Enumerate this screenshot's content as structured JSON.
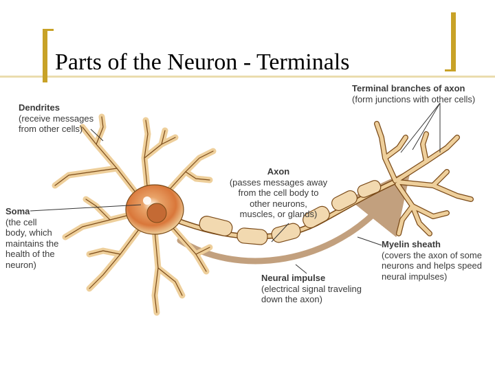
{
  "slide": {
    "title": "Parts of the Neuron - Terminals",
    "accent_color": "#c8a227"
  },
  "labels": {
    "terminal_branches": {
      "name": "Terminal branches of axon",
      "desc": "(form junctions with other cells)"
    },
    "dendrites": {
      "name": "Dendrites",
      "desc": "(receive messages\nfrom other cells)"
    },
    "axon": {
      "name": "Axon",
      "desc": "(passes messages away\nfrom the cell body to\nother neurons,\nmuscles, or glands)"
    },
    "soma": {
      "name": "Soma",
      "desc": "(the cell\nbody, which\nmaintains the\nhealth of the\nneuron)"
    },
    "myelin_sheath": {
      "name": "Myelin sheath",
      "desc": "(covers the axon of some\nneurons and helps speed\nneural impulses)"
    },
    "neural_impulse": {
      "name": "Neural impulse",
      "desc": "(electrical signal traveling\ndown the axon)"
    }
  },
  "colors": {
    "neuron_fill": "#eecf9b",
    "neuron_stroke": "#7a4a18",
    "soma_core": "#d9773a",
    "myelin_fill": "#f2d9b0",
    "arrow": "#b89068"
  }
}
